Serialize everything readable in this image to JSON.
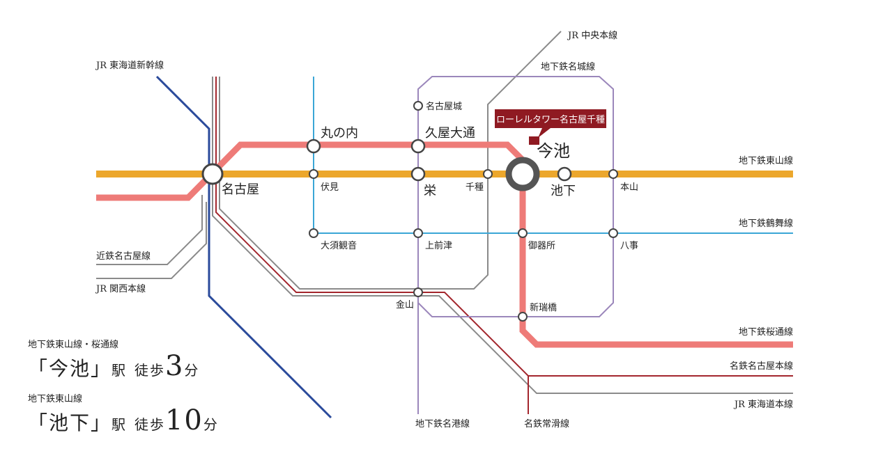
{
  "colors": {
    "higashiyama": "#eca72c",
    "sakuradori": "#ee7b78",
    "meijo": "#9b87bb",
    "tsurumai": "#3aa6d6",
    "shinkansen": "#2a4a9b",
    "meitetsu": "#a3262d",
    "jr": "#8a8a8a",
    "property": "#8f1a22"
  },
  "lines": {
    "shinkansen": "JR 東海道新幹線",
    "chuo": "JR 中央本線",
    "meijo": "地下鉄名城線",
    "higashiyama": "地下鉄東山線",
    "tsurumai": "地下鉄鶴舞線",
    "sakuradori": "地下鉄桜通線",
    "meitetsu_nagoya": "名鉄名古屋本線",
    "tokaido": "JR 東海道本線",
    "kintetsu": "近鉄名古屋線",
    "kansai": "JR 関西本線",
    "meiko": "地下鉄名港線",
    "tokoname": "名鉄常滑線"
  },
  "stations": {
    "nagoya": "名古屋",
    "marunouchi": "丸の内",
    "hisaya": "久屋大通",
    "nagoyajo": "名古屋城",
    "fushimi": "伏見",
    "sakae": "栄",
    "chikusa": "千種",
    "imaike": "今池",
    "ikeshita": "池下",
    "motoyama": "本山",
    "osu": "大須観音",
    "kamimaezu": "上前津",
    "gokiso": "御器所",
    "yagoto": "八事",
    "kanayama": "金山",
    "aratamabashi": "新瑞橋"
  },
  "property": "ローレルタワー名古屋千種",
  "access": [
    {
      "lines": "地下鉄東山線・桜通線",
      "open": "「",
      "station": "今池",
      "close": "」",
      "eki": "駅",
      "walk": "徒歩",
      "minutes": "3",
      "unit": "分"
    },
    {
      "lines": "地下鉄東山線",
      "open": "「",
      "station": "池下",
      "close": "」",
      "eki": "駅",
      "walk": "徒歩",
      "minutes": "10",
      "unit": "分"
    }
  ]
}
